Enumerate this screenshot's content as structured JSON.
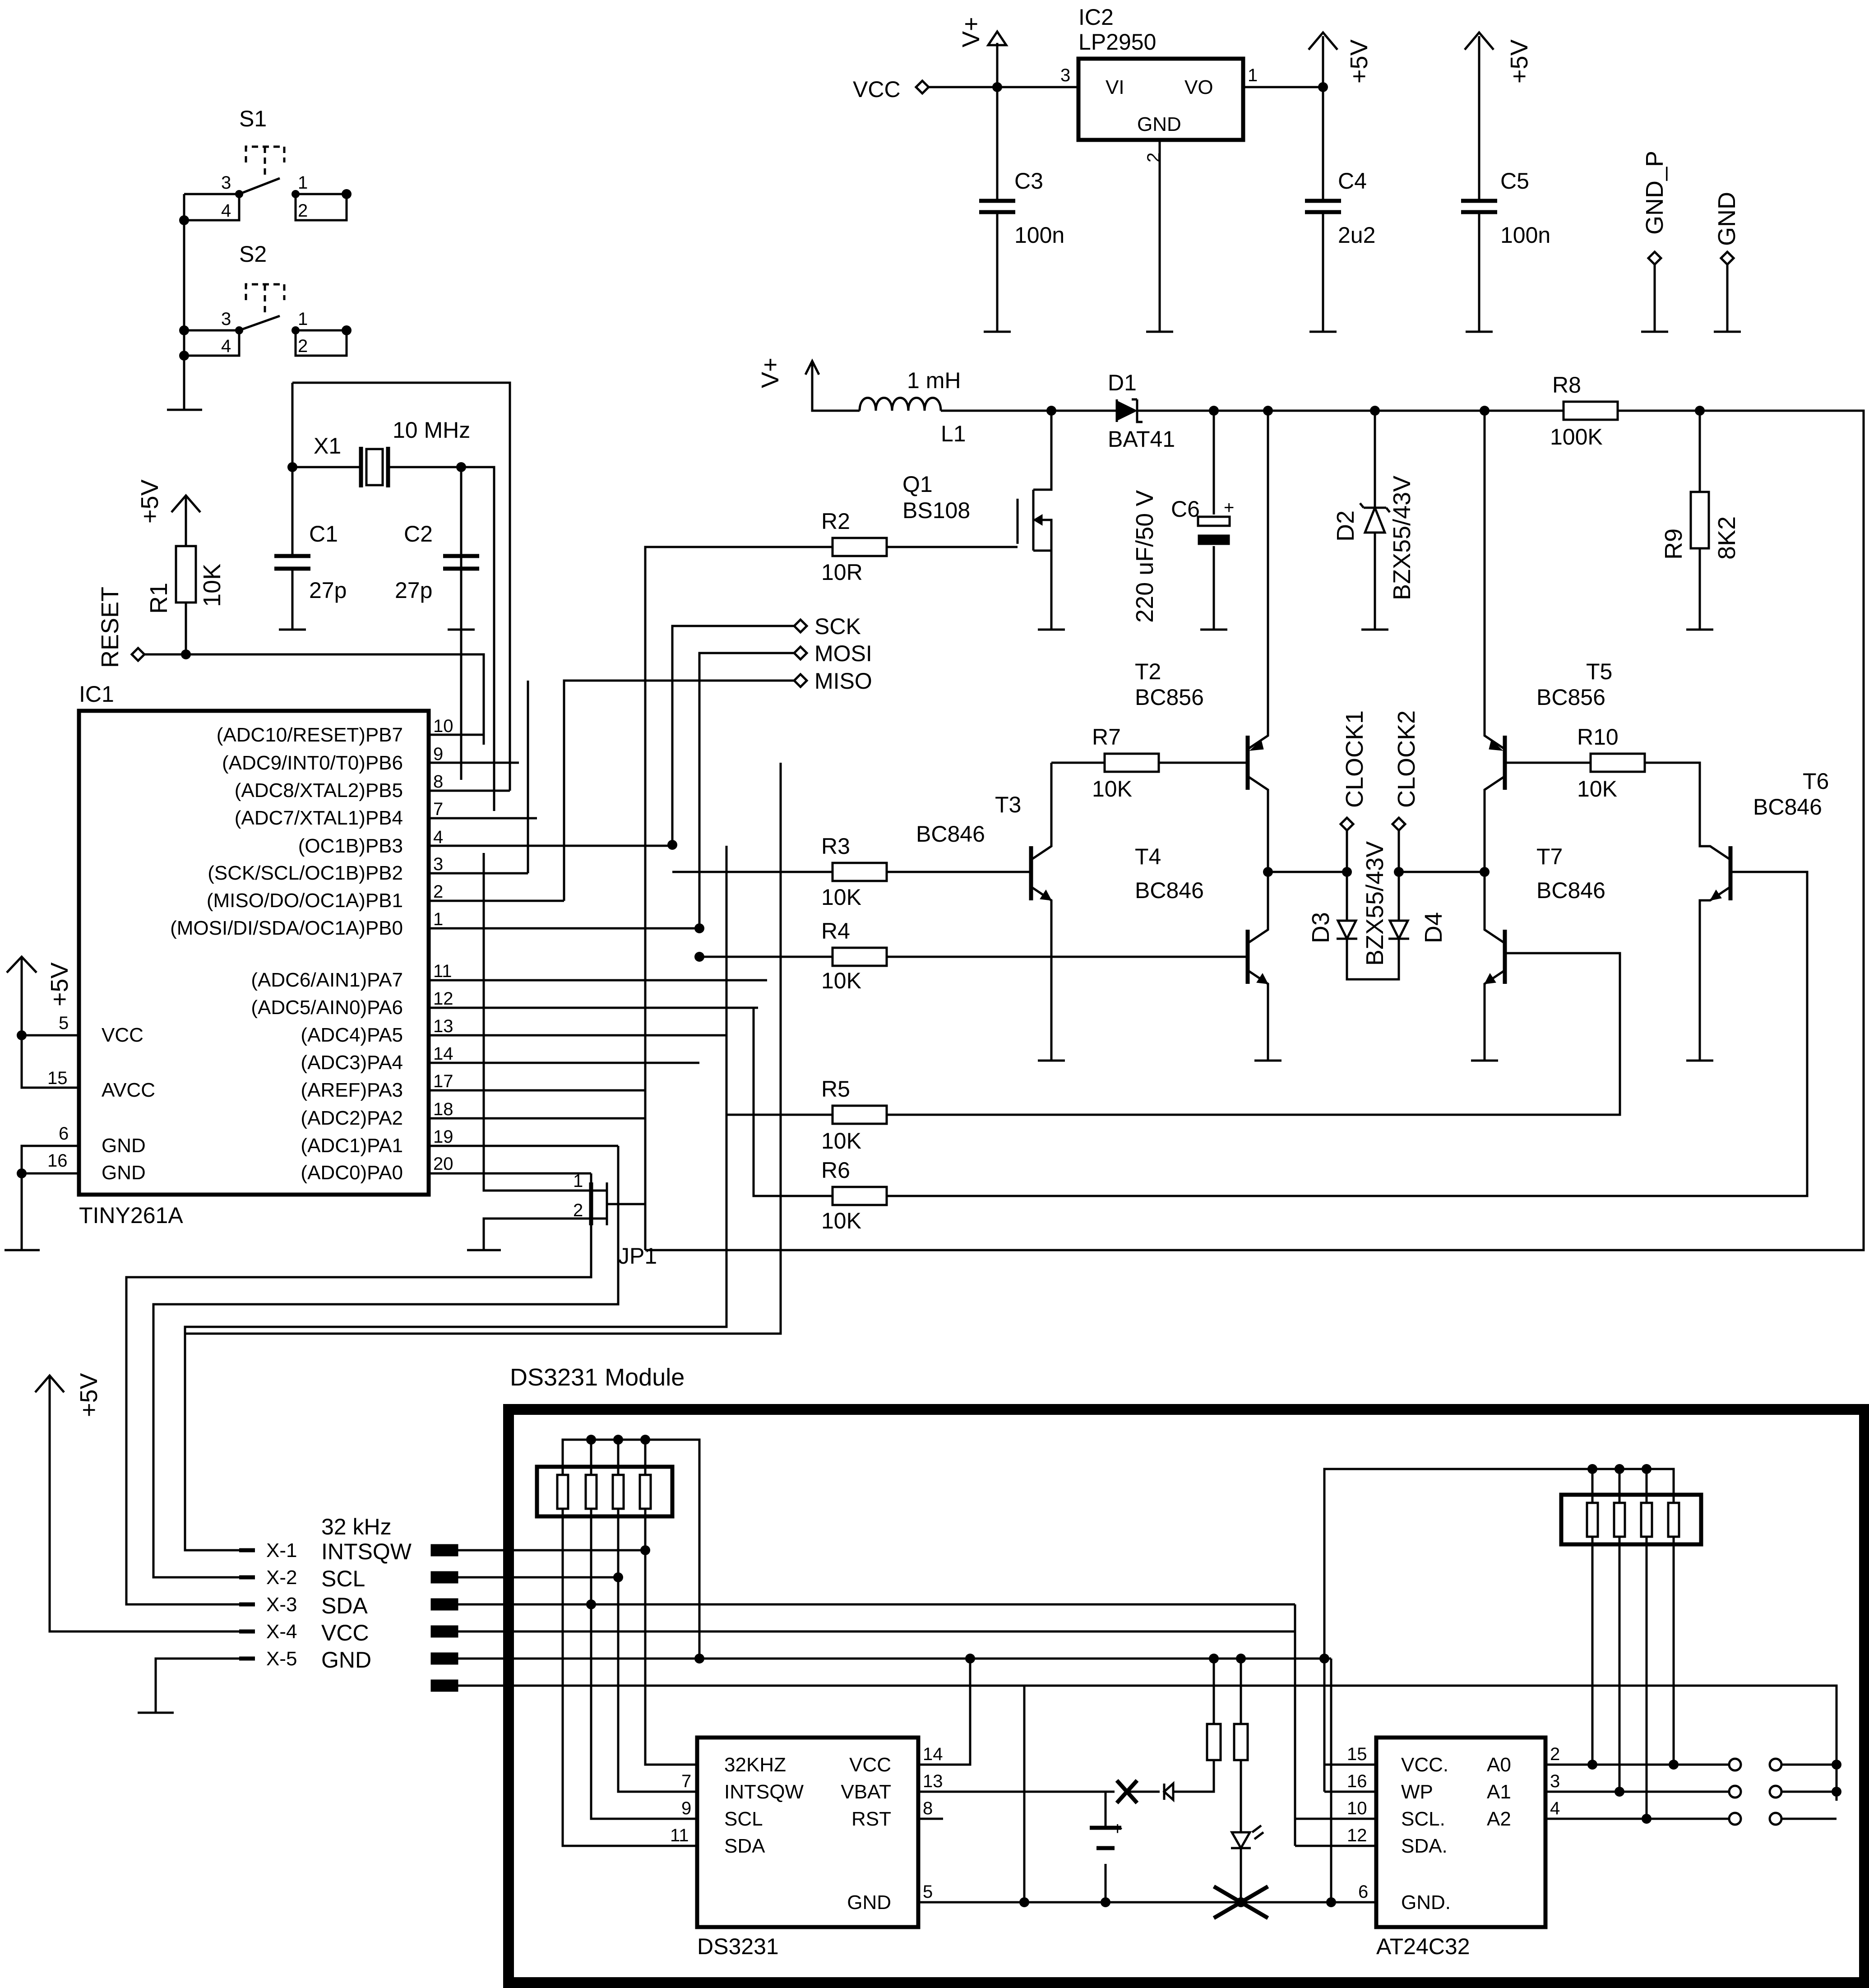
{
  "labels": {
    "ic2_ref": "IC2",
    "ic2_part": "LP2950",
    "ic2_vi": "VI",
    "ic2_vo": "VO",
    "ic2_gnd": "GND",
    "ic2_p1": "1",
    "ic2_p2": "2",
    "ic2_p3": "3",
    "vcc": "VCC",
    "vplus": "V+",
    "p5v": "+5V",
    "c3": "C3",
    "c3v": "100n",
    "c4": "C4",
    "c4v": "2u2",
    "c5": "C5",
    "c5v": "100n",
    "gnd_p": "GND_P",
    "gnd": "GND",
    "s1": "S1",
    "s2": "S2",
    "sw3": "3",
    "sw4": "4",
    "sw1": "1",
    "sw2": "2",
    "x1": "X1",
    "x1v": "10 MHz",
    "c1": "C1",
    "c1v": "27p",
    "c2": "C2",
    "c2v": "27p",
    "r1": "R1",
    "r1v": "10K",
    "reset": "RESET",
    "l1": "L1",
    "l1v": "1 mH",
    "d1": "D1",
    "d1v": "BAT41",
    "r8": "R8",
    "r8v": "100K",
    "q1": "Q1",
    "q1v": "BS108",
    "r2": "R2",
    "r2v": "10R",
    "c6": "C6",
    "c6v": "220 uF/50 V",
    "d2": "D2",
    "d2v": "BZX55/43V",
    "r9": "R9",
    "r9v": "8K2",
    "sck": "SCK",
    "mosi": "MOSI",
    "miso": "MISO",
    "ic1": "IC1",
    "ic1_part": "TINY261A",
    "t2": "T2",
    "t2v": "BC856",
    "t5": "T5",
    "t5v": "BC856",
    "clock1": "CLOCK1",
    "clock2": "CLOCK2",
    "r7": "R7",
    "r7v": "10K",
    "r10": "R10",
    "r10v": "10K",
    "t3": "T3",
    "t3v": "BC846",
    "t6": "T6",
    "t6v": "BC846",
    "t4": "T4",
    "t4v": "BC846",
    "t7": "T7",
    "t7v": "BC846",
    "r3": "R3",
    "r3v": "10K",
    "r4": "R4",
    "r4v": "10K",
    "r5": "R5",
    "r5v": "10K",
    "r6": "R6",
    "r6v": "10K",
    "d3": "D3",
    "d3v": "BZX55/43V",
    "d4": "D4",
    "jp1": "JP1",
    "jp1_1": "1",
    "jp1_2": "2",
    "module": "DS3231 Module",
    "ds3231": "DS3231",
    "at24c32": "AT24C32",
    "plus": "+"
  },
  "ic1_right_pins": [
    {
      "name": "(ADC10/RESET)PB7",
      "num": "10"
    },
    {
      "name": "(ADC9/INT0/T0)PB6",
      "num": "9"
    },
    {
      "name": "(ADC8/XTAL2)PB5",
      "num": "8"
    },
    {
      "name": "(ADC7/XTAL1)PB4",
      "num": "7"
    },
    {
      "name": "(OC1B)PB3",
      "num": "4"
    },
    {
      "name": "(SCK/SCL/OC1B)PB2",
      "num": "3"
    },
    {
      "name": "(MISO/DO/OC1A)PB1",
      "num": "2"
    },
    {
      "name": "(MOSI/DI/SDA/OC1A)PB0",
      "num": "1"
    },
    {
      "name": "(ADC6/AIN1)PA7",
      "num": "11"
    },
    {
      "name": "(ADC5/AIN0)PA6",
      "num": "12"
    },
    {
      "name": "(ADC4)PA5",
      "num": "13"
    },
    {
      "name": "(ADC3)PA4",
      "num": "14"
    },
    {
      "name": "(AREF)PA3",
      "num": "17"
    },
    {
      "name": "(ADC2)PA2",
      "num": "18"
    },
    {
      "name": "(ADC1)PA1",
      "num": "19"
    },
    {
      "name": "(ADC0)PA0",
      "num": "20"
    }
  ],
  "ic1_left_pins": [
    {
      "name": "VCC",
      "num": "5"
    },
    {
      "name": "AVCC",
      "num": "15"
    },
    {
      "name": "GND",
      "num": "6"
    },
    {
      "name": "GND",
      "num": "16"
    }
  ],
  "connector_pins": [
    {
      "num": "X-1",
      "name": "32 kHz"
    },
    {
      "num": "X-2",
      "name": "INTSQW"
    },
    {
      "num": "X-3",
      "name": "SCL"
    },
    {
      "num": "X-4",
      "name": "SDA"
    },
    {
      "num": "X-5",
      "name": "VCC"
    },
    {
      "num": "",
      "name": "GND"
    }
  ],
  "ds3231_pins": {
    "left": [
      {
        "name": "32KHZ",
        "num": ""
      },
      {
        "name": "INTSQW",
        "num": "7"
      },
      {
        "name": "SCL",
        "num": "9"
      },
      {
        "name": "SDA",
        "num": "11"
      }
    ],
    "right": [
      {
        "name": "VCC",
        "num": "14"
      },
      {
        "name": "VBAT",
        "num": "13"
      },
      {
        "name": "RST",
        "num": "8"
      },
      {
        "name": "GND",
        "num": "5"
      }
    ]
  },
  "at24c32_pins": {
    "left": [
      {
        "name": "VCC.",
        "num": "15"
      },
      {
        "name": "WP",
        "num": "16"
      },
      {
        "name": "SCL.",
        "num": "10"
      },
      {
        "name": "SDA.",
        "num": "12"
      },
      {
        "name": "GND.",
        "num": "6"
      }
    ],
    "right": [
      {
        "name": "A0",
        "num": "2"
      },
      {
        "name": "A1",
        "num": "3"
      },
      {
        "name": "A2",
        "num": "4"
      }
    ]
  }
}
